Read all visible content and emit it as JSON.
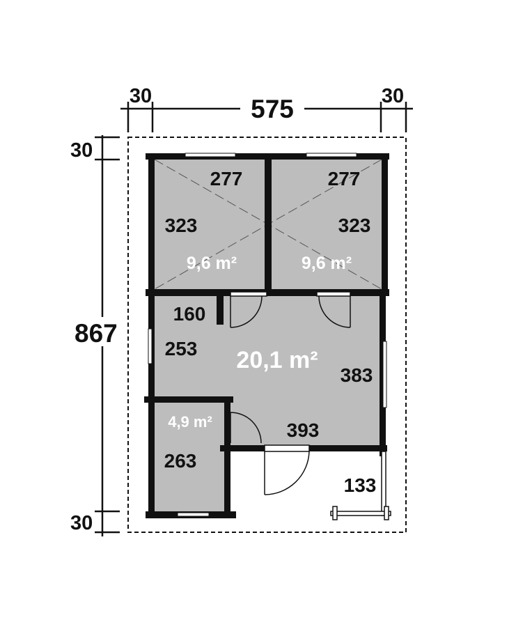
{
  "colors": {
    "wall": "#111111",
    "room_fill": "#bdbdbd",
    "area_text": "#ffffff",
    "dim_text": "#111111",
    "background": "#ffffff"
  },
  "dimensions": {
    "overall_width": "575",
    "left_overhang": "30",
    "right_overhang": "30",
    "overall_depth": "867",
    "top_overhang": "30",
    "bottom_overhang": "30"
  },
  "rooms": {
    "top_left": {
      "area": "9,6 m²",
      "width": "277",
      "depth": "323"
    },
    "top_right": {
      "area": "9,6 m²",
      "width": "277",
      "depth": "323"
    },
    "main": {
      "area": "20,1 m²",
      "width": "393",
      "depth": "383",
      "nook_width": "160",
      "nook_depth": "253"
    },
    "small": {
      "area": "4,9 m²",
      "depth": "263"
    },
    "porch": {
      "depth": "133"
    }
  }
}
